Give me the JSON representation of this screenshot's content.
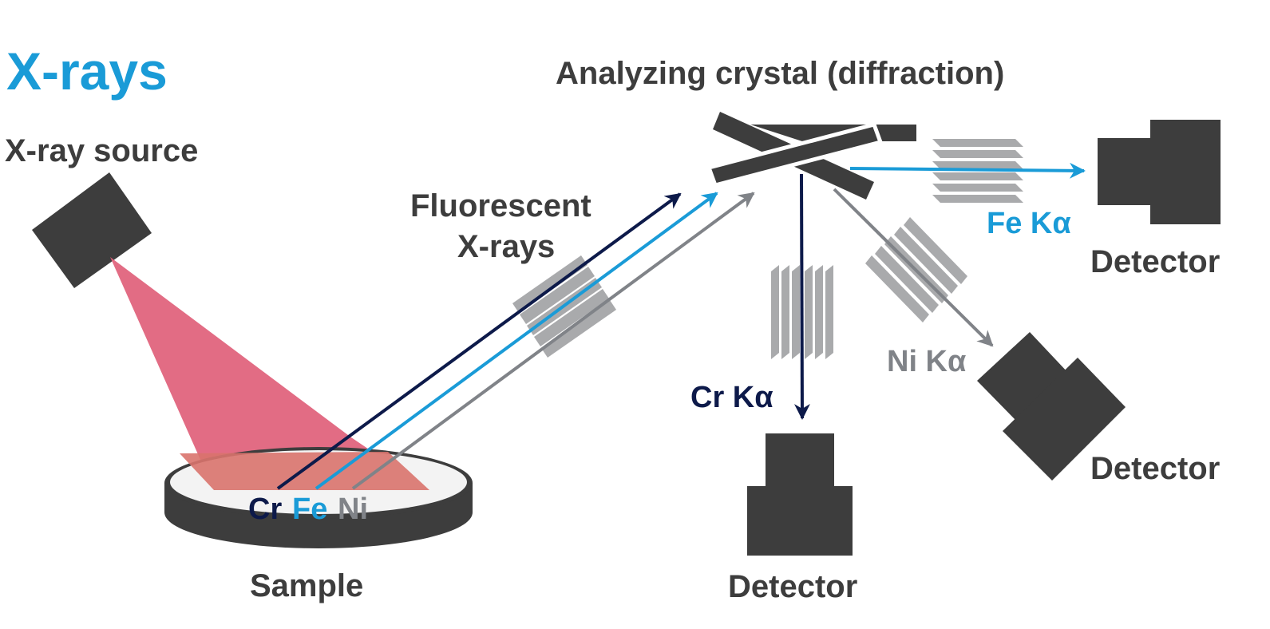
{
  "title": "X-rays",
  "labels": {
    "source": "X-ray source",
    "crystal": "Analyzing crystal (diffraction)",
    "fluorescent_line1": "Fluorescent",
    "fluorescent_line2": "X-rays",
    "sample": "Sample",
    "detector_bottom": "Detector",
    "detector_top_right": "Detector",
    "detector_mid_right": "Detector",
    "fe_line": "Fe Kα",
    "ni_line": "Ni Kα",
    "cr_line": "Cr Kα"
  },
  "elements": {
    "cr": "Cr",
    "fe": "Fe",
    "ni": "Ni"
  },
  "colors": {
    "title": "#1a9bd7",
    "text": "#3d3d3d",
    "cr": "#0d1a4a",
    "fe": "#1a9bd7",
    "ni": "#808388",
    "device": "#3d3d3d",
    "beam": "#e0607a",
    "slit": "#a9aaac"
  },
  "icons": {
    "source": "x-ray-source-box",
    "crystal": "analyzing-crystal",
    "detector": "detector-block",
    "sample": "sample-disc",
    "collimator": "soller-slit"
  }
}
